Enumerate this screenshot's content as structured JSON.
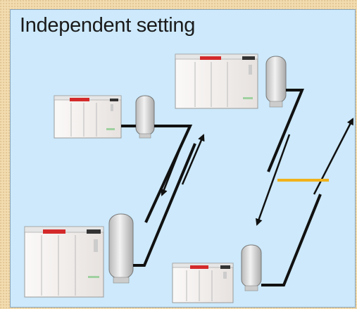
{
  "slide": {
    "title": "Independent setting"
  },
  "units": [
    {
      "id": "unit-a",
      "panel_color": "#d42a2a"
    },
    {
      "id": "unit-b",
      "panel_color": "#d42a2a"
    },
    {
      "id": "unit-c",
      "panel_color": "#d42a2a"
    },
    {
      "id": "unit-d",
      "panel_color": "#d42a2a"
    }
  ],
  "colors": {
    "slide_bg": "#cde9fb",
    "pipe": "#111111",
    "divider": "#f0b21a",
    "cabinet": "#f4f0ee",
    "tank": "#dcdcdc"
  },
  "icons": [
    "arrow-icon"
  ]
}
